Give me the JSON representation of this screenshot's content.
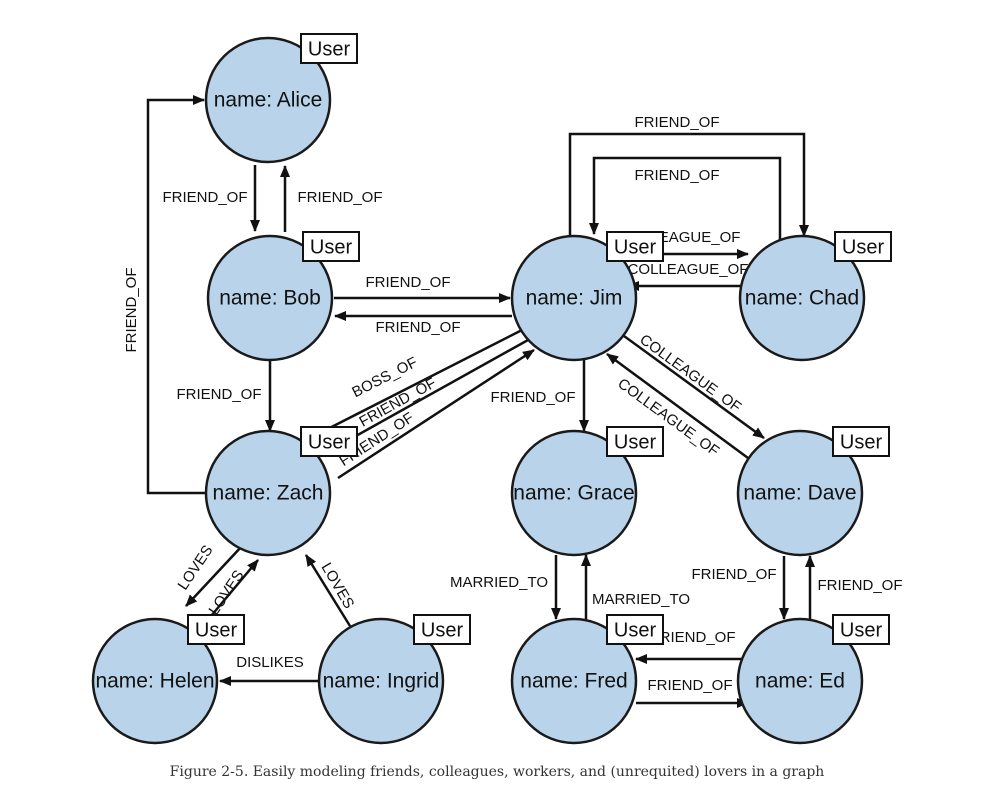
{
  "caption": "Figure 2-5. Easily modeling friends, colleagues, workers, and (unrequited) lovers in a graph",
  "colors": {
    "node_fill": "#b9d3ea",
    "node_stroke": "#1a1a1a",
    "edge": "#111111",
    "badge_fill": "#ffffff"
  },
  "nodes": [
    {
      "id": "alice",
      "label": "name: Alice",
      "badge": "User"
    },
    {
      "id": "bob",
      "label": "name: Bob",
      "badge": "User"
    },
    {
      "id": "zach",
      "label": "name: Zach",
      "badge": "User"
    },
    {
      "id": "helen",
      "label": "name: Helen",
      "badge": "User"
    },
    {
      "id": "ingrid",
      "label": "name: Ingrid",
      "badge": "User"
    },
    {
      "id": "jim",
      "label": "name: Jim",
      "badge": "User"
    },
    {
      "id": "chad",
      "label": "name: Chad",
      "badge": "User"
    },
    {
      "id": "grace",
      "label": "name: Grace",
      "badge": "User"
    },
    {
      "id": "dave",
      "label": "name: Dave",
      "badge": "User"
    },
    {
      "id": "fred",
      "label": "name: Fred",
      "badge": "User"
    },
    {
      "id": "ed",
      "label": "name: Ed",
      "badge": "User"
    }
  ],
  "edges": [
    {
      "from": "alice",
      "to": "bob",
      "label": "FRIEND_OF"
    },
    {
      "from": "bob",
      "to": "alice",
      "label": "FRIEND_OF"
    },
    {
      "from": "zach",
      "to": "alice",
      "label": "FRIEND_OF"
    },
    {
      "from": "bob",
      "to": "zach",
      "label": "FRIEND_OF"
    },
    {
      "from": "bob",
      "to": "jim",
      "label": "FRIEND_OF"
    },
    {
      "from": "jim",
      "to": "bob",
      "label": "FRIEND_OF"
    },
    {
      "from": "jim",
      "to": "zach",
      "label": "BOSS_OF"
    },
    {
      "from": "jim",
      "to": "zach",
      "label": "FRIEND_OF"
    },
    {
      "from": "zach",
      "to": "jim",
      "label": "FRIEND_OF"
    },
    {
      "from": "jim",
      "to": "chad",
      "label": "FRIEND_OF"
    },
    {
      "from": "chad",
      "to": "jim",
      "label": "FRIEND_OF"
    },
    {
      "from": "jim",
      "to": "chad",
      "label": "COLLEAGUE_OF"
    },
    {
      "from": "chad",
      "to": "jim",
      "label": "COLLEAGUE_OF"
    },
    {
      "from": "jim",
      "to": "dave",
      "label": "COLLEAGUE_OF"
    },
    {
      "from": "dave",
      "to": "jim",
      "label": "COLLEAGUE_OF"
    },
    {
      "from": "jim",
      "to": "grace",
      "label": "FRIEND_OF"
    },
    {
      "from": "grace",
      "to": "fred",
      "label": "MARRIED_TO"
    },
    {
      "from": "fred",
      "to": "grace",
      "label": "MARRIED_TO"
    },
    {
      "from": "dave",
      "to": "ed",
      "label": "FRIEND_OF"
    },
    {
      "from": "ed",
      "to": "dave",
      "label": "FRIEND_OF"
    },
    {
      "from": "ed",
      "to": "fred",
      "label": "FRIEND_OF"
    },
    {
      "from": "fred",
      "to": "ed",
      "label": "FRIEND_OF"
    },
    {
      "from": "zach",
      "to": "helen",
      "label": "LOVES"
    },
    {
      "from": "helen",
      "to": "zach",
      "label": "LOVES"
    },
    {
      "from": "ingrid",
      "to": "zach",
      "label": "LOVES"
    },
    {
      "from": "ingrid",
      "to": "helen",
      "label": "DISLIKES"
    }
  ]
}
